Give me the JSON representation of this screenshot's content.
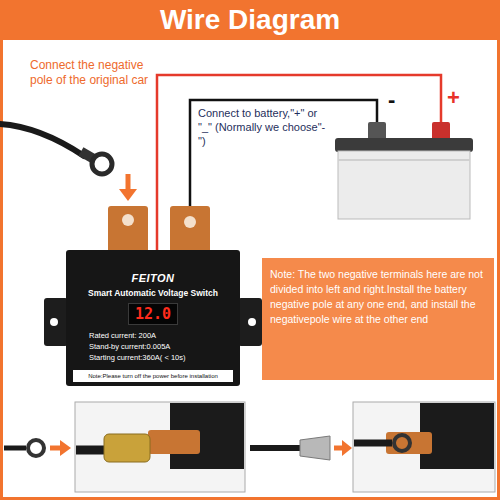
{
  "diagram": {
    "title": "Wire Diagram",
    "nodes": [
      {
        "text": [
          "FEITON",
          "Smart Automatic Voltage Switch",
          "Rated current: 200A",
          "Stand-by current:0.005A",
          "Starting current:360A( < 10s)",
          "Note:Please turn off the power before installation"
        ]
      },
      {
        "text": [
          "12.0"
        ],
        "in": 0
      },
      {
        "text": [
          "Note: The two negative terminals here are not divided into left and right.Install the battery negative pole at any one end, and install the negativepole wire at the other end"
        ]
      }
    ],
    "labels": [
      "Connect the negative pole of the original car",
      "Connect to battery,\"+\" or \"_\" (Normally we choose\"-\")",
      "-",
      "+"
    ]
  }
}
